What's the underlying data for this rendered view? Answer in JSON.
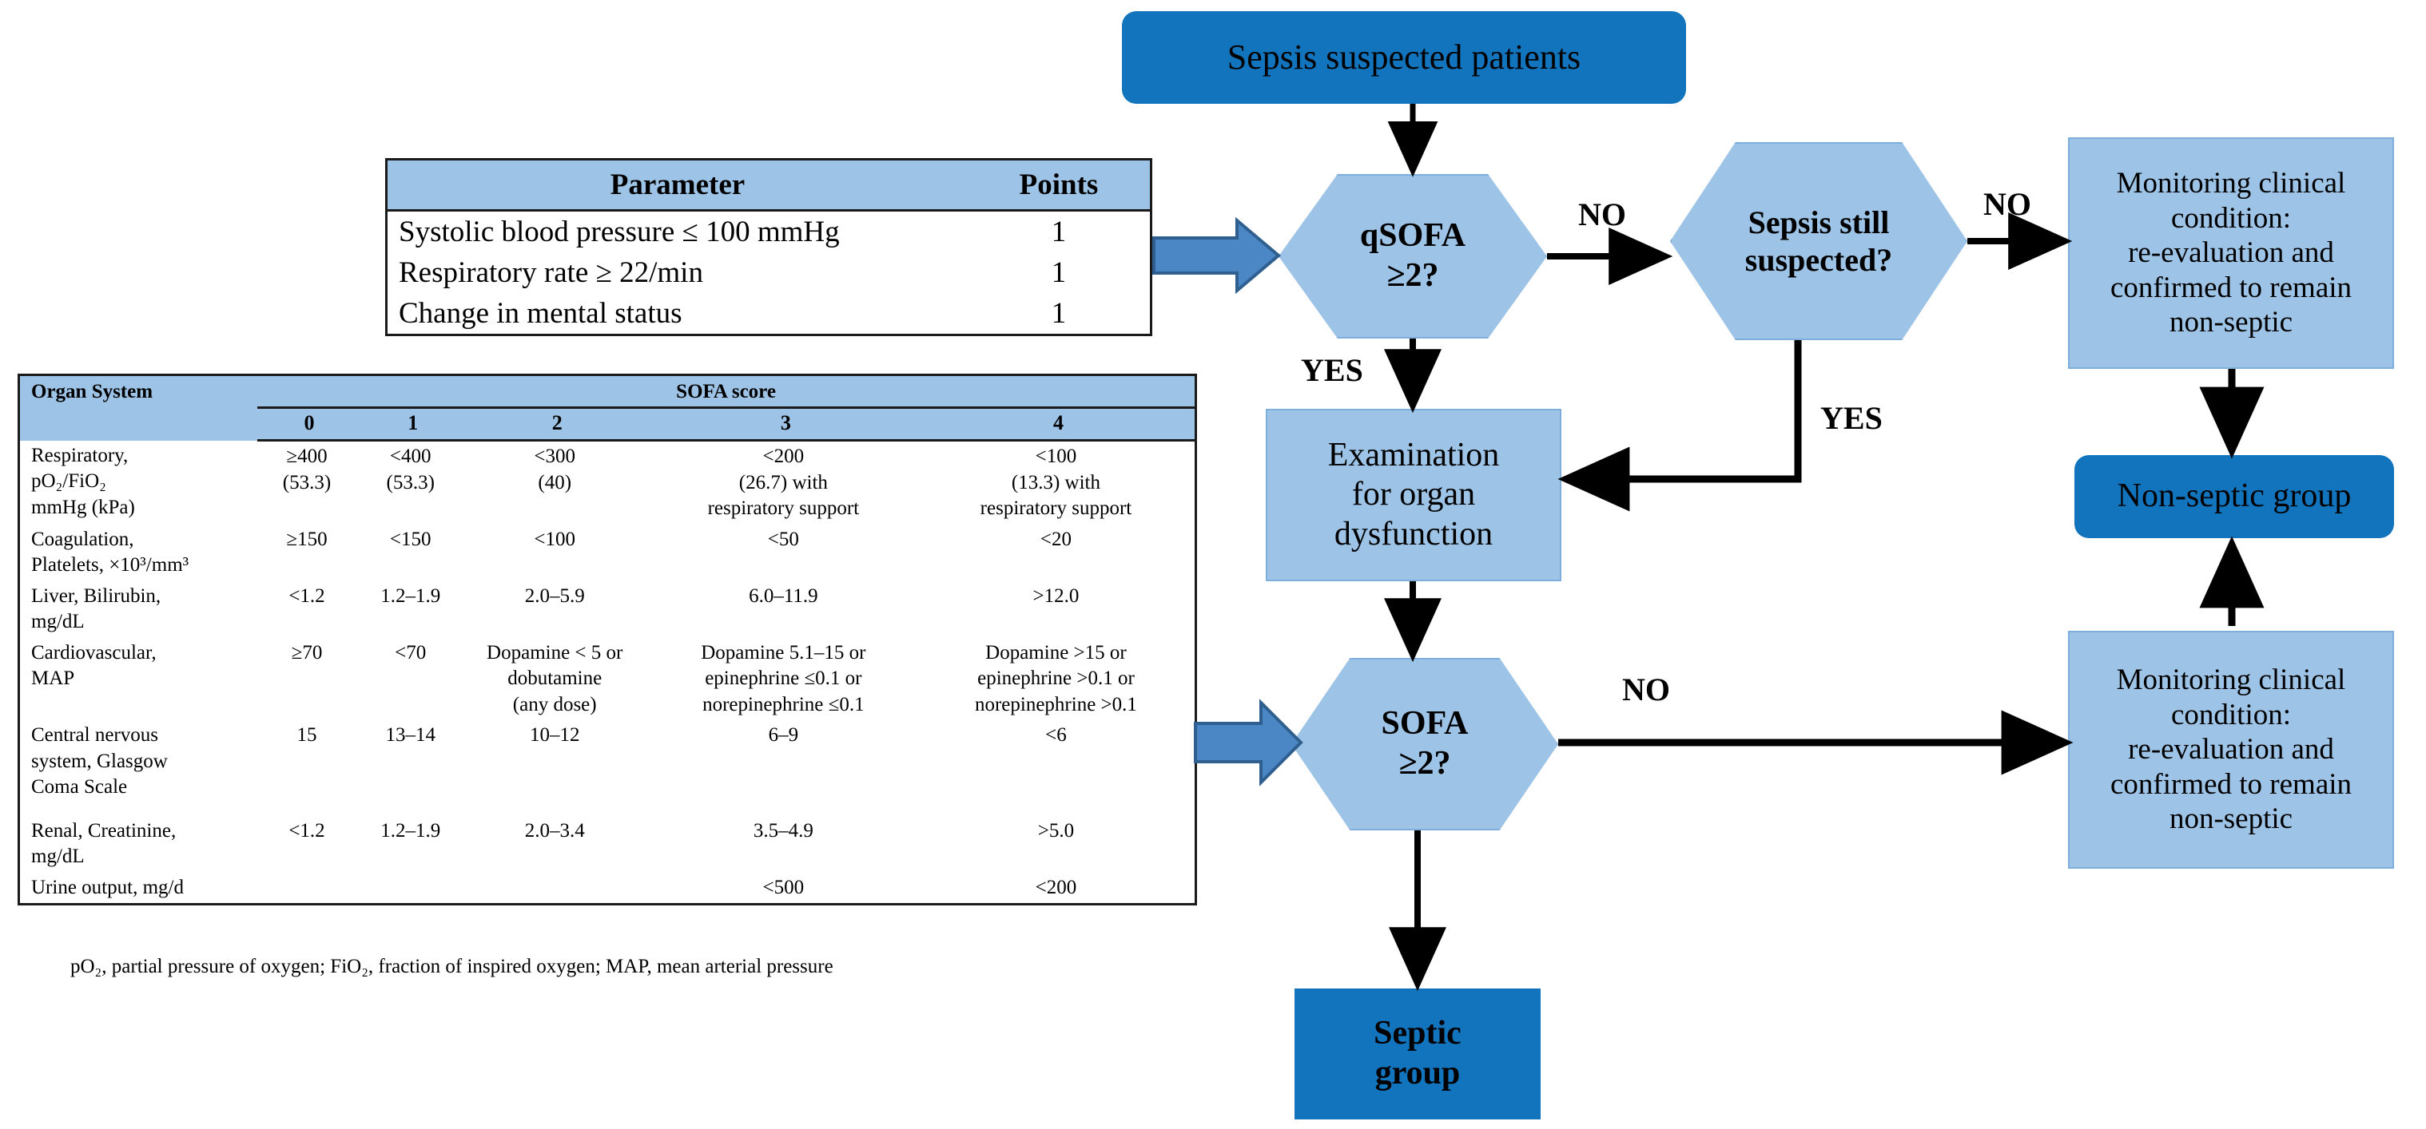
{
  "qsofa_table": {
    "headers": [
      "Parameter",
      "Points"
    ],
    "rows": [
      {
        "parameter": "Systolic blood pressure ≤ 100 mmHg",
        "points": "1"
      },
      {
        "parameter": "Respiratory rate ≥ 22/min",
        "points": "1"
      },
      {
        "parameter": "Change in mental status",
        "points": "1"
      }
    ]
  },
  "sofa_table": {
    "organ_header": "Organ System",
    "score_header": "SOFA score",
    "score_columns": [
      "0",
      "1",
      "2",
      "3",
      "4"
    ],
    "rows": [
      {
        "organ": "Respiratory,\npO₂/FiO₂\nmmHg (kPa)",
        "values": [
          "≥400\n(53.3)",
          "<400\n(53.3)",
          "<300\n(40)",
          "<200\n(26.7) with\nrespiratory support",
          "<100\n(13.3) with\nrespiratory support"
        ]
      },
      {
        "organ": "Coagulation,\nPlatelets, ×10³/mm³",
        "values": [
          "≥150",
          "<150",
          "<100",
          "<50",
          "<20"
        ]
      },
      {
        "organ": "Liver, Bilirubin,\nmg/dL",
        "values": [
          "<1.2",
          "1.2–1.9",
          "2.0–5.9",
          "6.0–11.9",
          ">12.0"
        ]
      },
      {
        "organ": "Cardiovascular,\nMAP",
        "values": [
          "≥70",
          "<70",
          "Dopamine < 5 or\ndobutamine\n(any dose)",
          "Dopamine 5.1–15 or\nepinephrine ≤0.1 or\nnorepinephrine ≤0.1",
          "Dopamine >15 or\nepinephrine >0.1 or\nnorepinephrine >0.1"
        ]
      },
      {
        "organ": "Central nervous\nsystem, Glasgow\nComa Scale",
        "values": [
          "15",
          "13–14",
          "10–12",
          "6–9",
          "<6"
        ]
      },
      {
        "organ": "Renal, Creatinine,\nmg/dL",
        "values": [
          "<1.2",
          "1.2–1.9",
          "2.0–3.4",
          "3.5–4.9",
          ">5.0"
        ]
      },
      {
        "organ": "Urine output, mg/d",
        "values": [
          "",
          "",
          "",
          "<500",
          "<200"
        ]
      }
    ]
  },
  "footnote": "pO₂, partial pressure of oxygen; FiO₂, fraction of inspired oxygen; MAP, mean arterial pressure",
  "flow": {
    "sepsis_suspected": "Sepsis suspected patients",
    "qsofa_decision": "qSOFA\n≥2?",
    "sepsis_still_suspected": "Sepsis still\nsuspected?",
    "monitoring_top": "Monitoring clinical\ncondition:\nre-evaluation and\nconfirmed to remain\nnon-septic",
    "non_septic_group": "Non-septic group",
    "examination": "Examination\nfor organ\ndysfunction",
    "sofa_decision": "SOFA\n≥2?",
    "monitoring_bottom": "Monitoring clinical\ncondition:\nre-evaluation and\nconfirmed to remain\nnon-septic",
    "septic_group": "Septic\ngroup",
    "labels": {
      "no_qsofa": "NO",
      "no_still_suspected": "NO",
      "yes_qsofa": "YES",
      "yes_still_suspected": "YES",
      "no_sofa": "NO"
    }
  },
  "colors": {
    "dark_blue": "#1274bd",
    "light_blue": "#9dc3e6",
    "block_arrow": "#4a87c4",
    "line": "#000000"
  }
}
